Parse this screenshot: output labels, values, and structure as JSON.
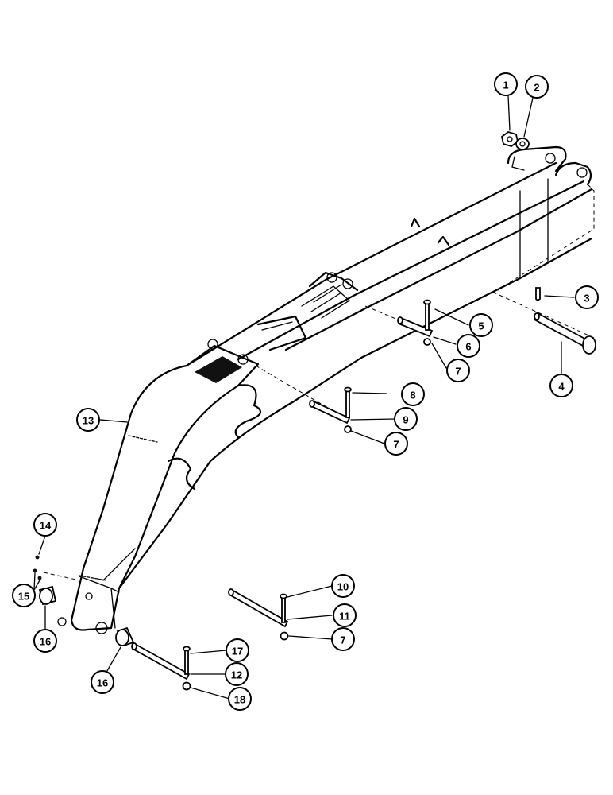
{
  "diagram": {
    "type": "exploded-parts-view",
    "subject": "excavator dipper arm",
    "callouts": [
      {
        "id": "c1",
        "label": "1"
      },
      {
        "id": "c2",
        "label": "2"
      },
      {
        "id": "c3",
        "label": "3"
      },
      {
        "id": "c4",
        "label": "4"
      },
      {
        "id": "c5",
        "label": "5"
      },
      {
        "id": "c6",
        "label": "6"
      },
      {
        "id": "c7a",
        "label": "7"
      },
      {
        "id": "c8",
        "label": "8"
      },
      {
        "id": "c9",
        "label": "9"
      },
      {
        "id": "c7b",
        "label": "7"
      },
      {
        "id": "c10",
        "label": "10"
      },
      {
        "id": "c11",
        "label": "11"
      },
      {
        "id": "c7c",
        "label": "7"
      },
      {
        "id": "c12",
        "label": "12"
      },
      {
        "id": "c13",
        "label": "13"
      },
      {
        "id": "c14",
        "label": "14"
      },
      {
        "id": "c15",
        "label": "15"
      },
      {
        "id": "c16a",
        "label": "16"
      },
      {
        "id": "c16b",
        "label": "16"
      },
      {
        "id": "c17",
        "label": "17"
      },
      {
        "id": "c18",
        "label": "18"
      }
    ]
  }
}
